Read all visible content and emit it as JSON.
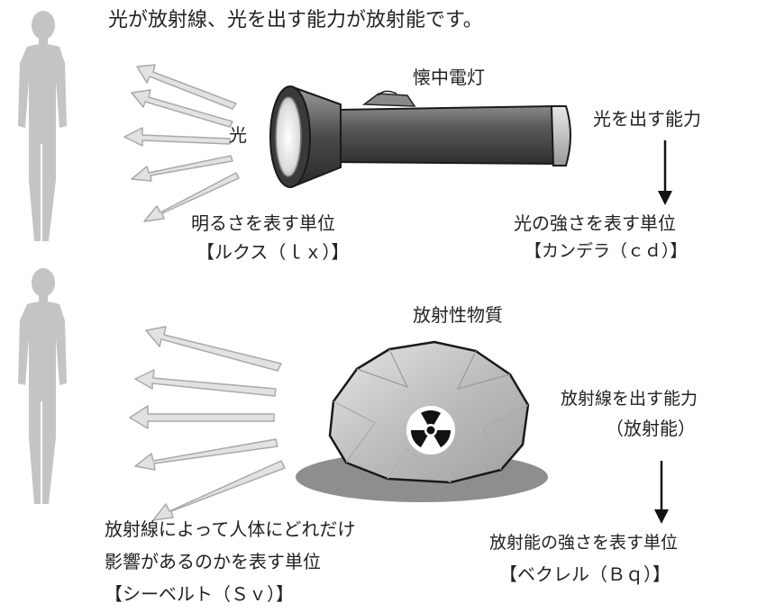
{
  "heading": "光が放射線、光を出す能力が放射能です。",
  "light_section": {
    "flashlight_label": "懐中電灯",
    "light_label": "光",
    "emit_ability_label": "光を出す能力",
    "brightness_unit": "明るさを表す単位",
    "brightness_unit_name": "【ルクス（ｌｘ）】",
    "intensity_unit": "光の強さを表す単位",
    "intensity_unit_name": "【カンデラ（ｃｄ）】"
  },
  "radiation_section": {
    "material_label": "放射性物質",
    "emit_ability_label": "放射線を出す能力",
    "emit_ability_sub": "（放射能）",
    "body_effect_unit_line1": "放射線によって人体にどれだけ",
    "body_effect_unit_line2": "影響があるのかを表す単位",
    "body_effect_unit_name": "【シーベルト（Ｓｖ）】",
    "activity_unit": "放射能の強さを表す単位",
    "activity_unit_name": "【ベクレル（Ｂｑ）】"
  },
  "colors": {
    "human": "#c4c4c4",
    "arrow_fill": "#e2e2e2",
    "arrow_stroke": "#a9a9a9",
    "flashlight_body": "#555555",
    "rock": "#cfcfcf",
    "shadow": "#8e8e8e",
    "text": "#222222"
  },
  "icons": [
    "human-silhouette-icon",
    "flashlight-icon",
    "rock-icon",
    "radiation-trefoil-icon",
    "down-arrow-icon"
  ]
}
